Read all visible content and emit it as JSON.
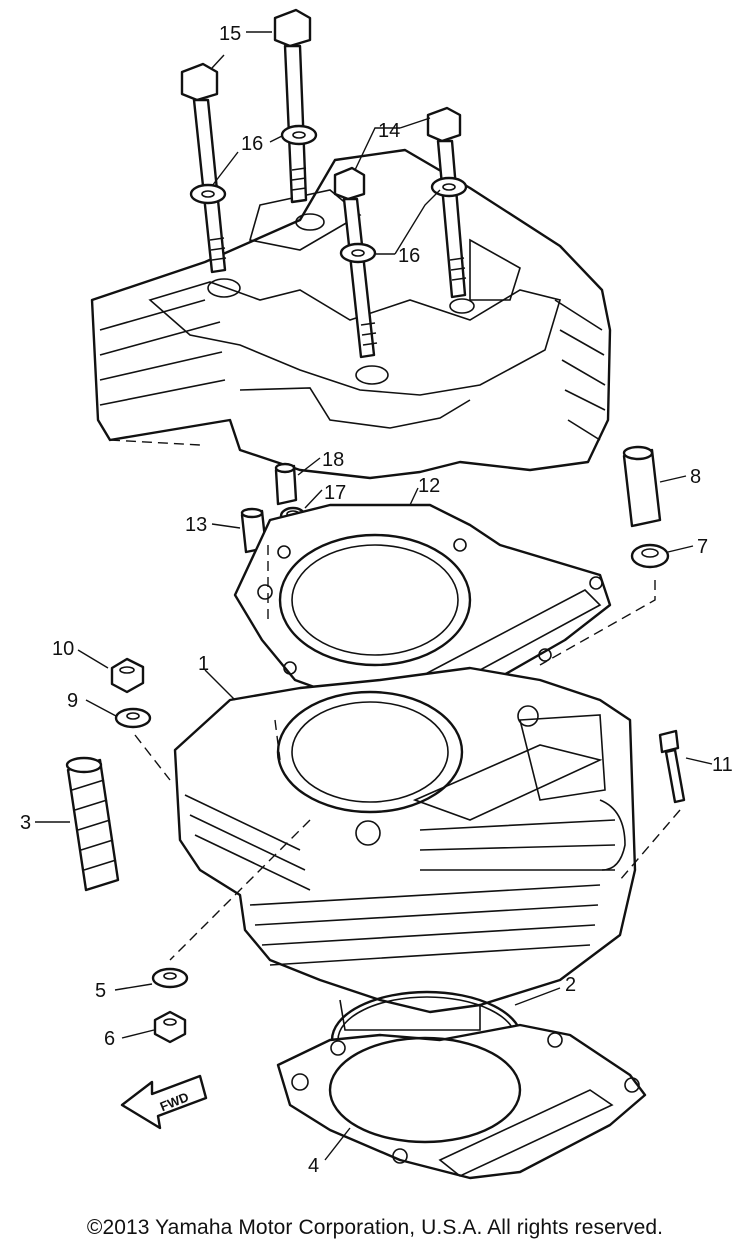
{
  "diagram": {
    "callouts": [
      {
        "id": "1",
        "text": "1"
      },
      {
        "id": "2",
        "text": "2"
      },
      {
        "id": "3",
        "text": "3"
      },
      {
        "id": "4",
        "text": "4"
      },
      {
        "id": "5",
        "text": "5"
      },
      {
        "id": "6",
        "text": "6"
      },
      {
        "id": "7",
        "text": "7"
      },
      {
        "id": "8",
        "text": "8"
      },
      {
        "id": "9",
        "text": "9"
      },
      {
        "id": "10",
        "text": "10"
      },
      {
        "id": "11",
        "text": "11"
      },
      {
        "id": "12",
        "text": "12"
      },
      {
        "id": "13",
        "text": "13"
      },
      {
        "id": "14",
        "text": "14"
      },
      {
        "id": "15",
        "text": "15"
      },
      {
        "id": "16a",
        "text": "16"
      },
      {
        "id": "16b",
        "text": "16"
      },
      {
        "id": "17",
        "text": "17"
      },
      {
        "id": "18",
        "text": "18"
      }
    ],
    "fwd_label": "FWD"
  },
  "footer": {
    "copyright": "©2013 Yamaha Motor Corporation, U.S.A. All rights reserved."
  }
}
